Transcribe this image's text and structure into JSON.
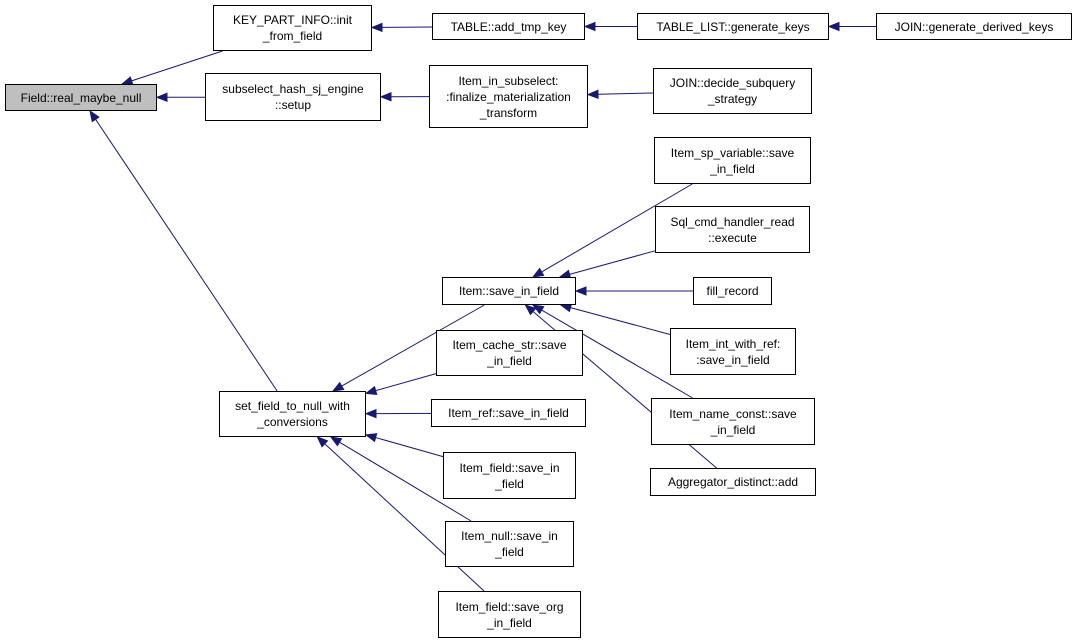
{
  "colors": {
    "edge": "#191970",
    "root_fill": "#bfbfbf",
    "node_fill": "#ffffff",
    "border": "#000000"
  },
  "nodes": {
    "real_maybe_null": "Field::real_maybe_null",
    "key_part_info_init": "KEY_PART_INFO::init\n_from_field",
    "add_tmp_key": "TABLE::add_tmp_key",
    "generate_keys": "TABLE_LIST::generate_keys",
    "generate_derived_keys": "JOIN::generate_derived_keys",
    "subselect_hash_setup": "subselect_hash_sj_engine\n::setup",
    "finalize_materialization": "Item_in_subselect:\n:finalize_materialization\n_transform",
    "decide_subquery": "JOIN::decide_subquery\n_strategy",
    "set_field_to_null": "set_field_to_null_with\n_conversions",
    "item_save_in_field": "Item::save_in_field",
    "item_sp_variable": "Item_sp_variable::save\n_in_field",
    "sql_cmd_handler_read": "Sql_cmd_handler_read\n::execute",
    "fill_record": "fill_record",
    "item_int_with_ref": "Item_int_with_ref:\n:save_in_field",
    "item_name_const": "Item_name_const::save\n_in_field",
    "aggregator_distinct": "Aggregator_distinct::add",
    "item_cache_str": "Item_cache_str::save\n_in_field",
    "item_ref": "Item_ref::save_in_field",
    "item_field_save_in": "Item_field::save_in\n_field",
    "item_null": "Item_null::save_in\n_field",
    "item_field_save_org": "Item_field::save_org\n_in_field"
  },
  "edges": [
    [
      "key_part_info_init",
      "real_maybe_null"
    ],
    [
      "subselect_hash_setup",
      "real_maybe_null"
    ],
    [
      "set_field_to_null",
      "real_maybe_null"
    ],
    [
      "add_tmp_key",
      "key_part_info_init"
    ],
    [
      "generate_keys",
      "add_tmp_key"
    ],
    [
      "generate_derived_keys",
      "generate_keys"
    ],
    [
      "finalize_materialization",
      "subselect_hash_setup"
    ],
    [
      "decide_subquery",
      "finalize_materialization"
    ],
    [
      "item_save_in_field",
      "set_field_to_null"
    ],
    [
      "item_cache_str",
      "set_field_to_null"
    ],
    [
      "item_ref",
      "set_field_to_null"
    ],
    [
      "item_field_save_in",
      "set_field_to_null"
    ],
    [
      "item_null",
      "set_field_to_null"
    ],
    [
      "item_field_save_org",
      "set_field_to_null"
    ],
    [
      "item_sp_variable",
      "item_save_in_field"
    ],
    [
      "sql_cmd_handler_read",
      "item_save_in_field"
    ],
    [
      "fill_record",
      "item_save_in_field"
    ],
    [
      "item_int_with_ref",
      "item_save_in_field"
    ],
    [
      "item_name_const",
      "item_save_in_field"
    ],
    [
      "aggregator_distinct",
      "item_save_in_field"
    ]
  ]
}
